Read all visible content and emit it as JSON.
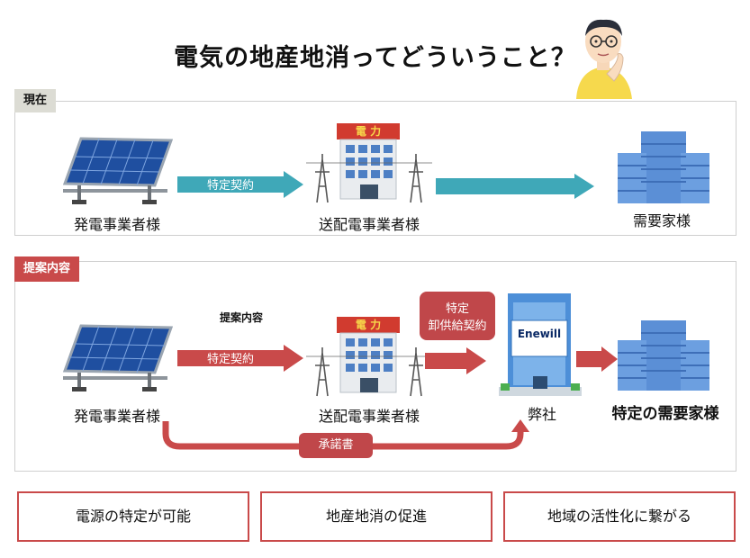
{
  "title": "電気の地産地消ってどういうこと？",
  "current": {
    "tag": "現在",
    "generator_label": "発電事業者様",
    "contract_label": "特定契約",
    "retailer_label": "送配電事業者様",
    "consumer_label": "需要家様",
    "tower_text": "電 力"
  },
  "proposal": {
    "tag": "提案内容",
    "heading": "提案内容",
    "generator_label": "発電事業者様",
    "contract_label": "特定契約",
    "retailer_label": "送配電事業者様",
    "wholesale_label_line1": "特定",
    "wholesale_label_line2": "卸供給契約",
    "company_label": "弊社",
    "company_logo_text": "Enewill",
    "consumer_label": "特定の需要家様",
    "consent_label": "承諾書",
    "tower_text": "電 力"
  },
  "benefits": [
    "電源の特定が可能",
    "地産地消の促進",
    "地域の活性化に繋がる"
  ],
  "colors": {
    "teal": "#3fa8b8",
    "red": "#c94a4a",
    "panel_blue": "#1f4fa0",
    "building_blue": "#5b8fd6"
  }
}
